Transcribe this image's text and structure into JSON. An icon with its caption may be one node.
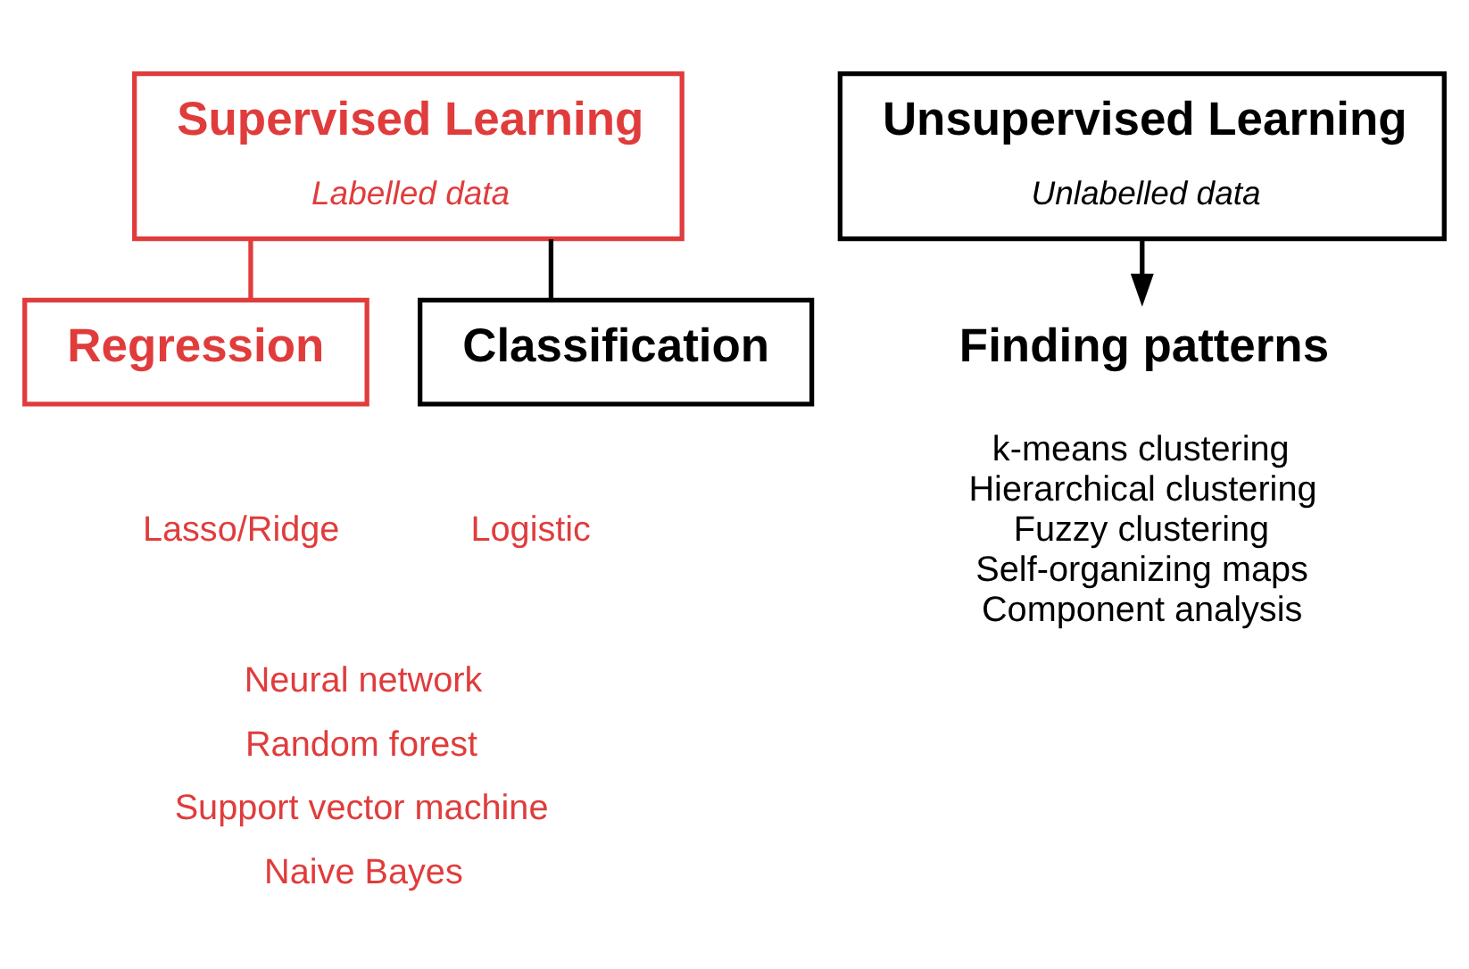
{
  "diagram": {
    "nodes": [
      {
        "text": [
          "Supervised Learning",
          "Labelled data"
        ]
      },
      {
        "text": [
          "Regression"
        ],
        "beside": [
          "Lasso/Ridge"
        ]
      },
      {
        "text": [
          "Classification"
        ],
        "beside": [
          "Logistic"
        ]
      },
      {
        "text": [
          "Unsupervised Learning",
          "Unlabelled data"
        ]
      },
      {
        "text": [
          "Finding patterns"
        ],
        "beside": [
          "k-means clustering",
          "Hierarchical clustering",
          "Fuzzy clustering",
          "Self-organizing maps",
          "Component analysis"
        ]
      }
    ],
    "edges": [
      {
        "from": 0,
        "to": 1,
        "arrow": "none",
        "color": "#e03c3c"
      },
      {
        "from": 0,
        "to": 2,
        "arrow": "none"
      },
      {
        "from": 3,
        "to": 4,
        "arrow": "to"
      }
    ],
    "labels": [
      "Neural network",
      "Random forest",
      "Support vector machine",
      "Naive Bayes"
    ]
  }
}
